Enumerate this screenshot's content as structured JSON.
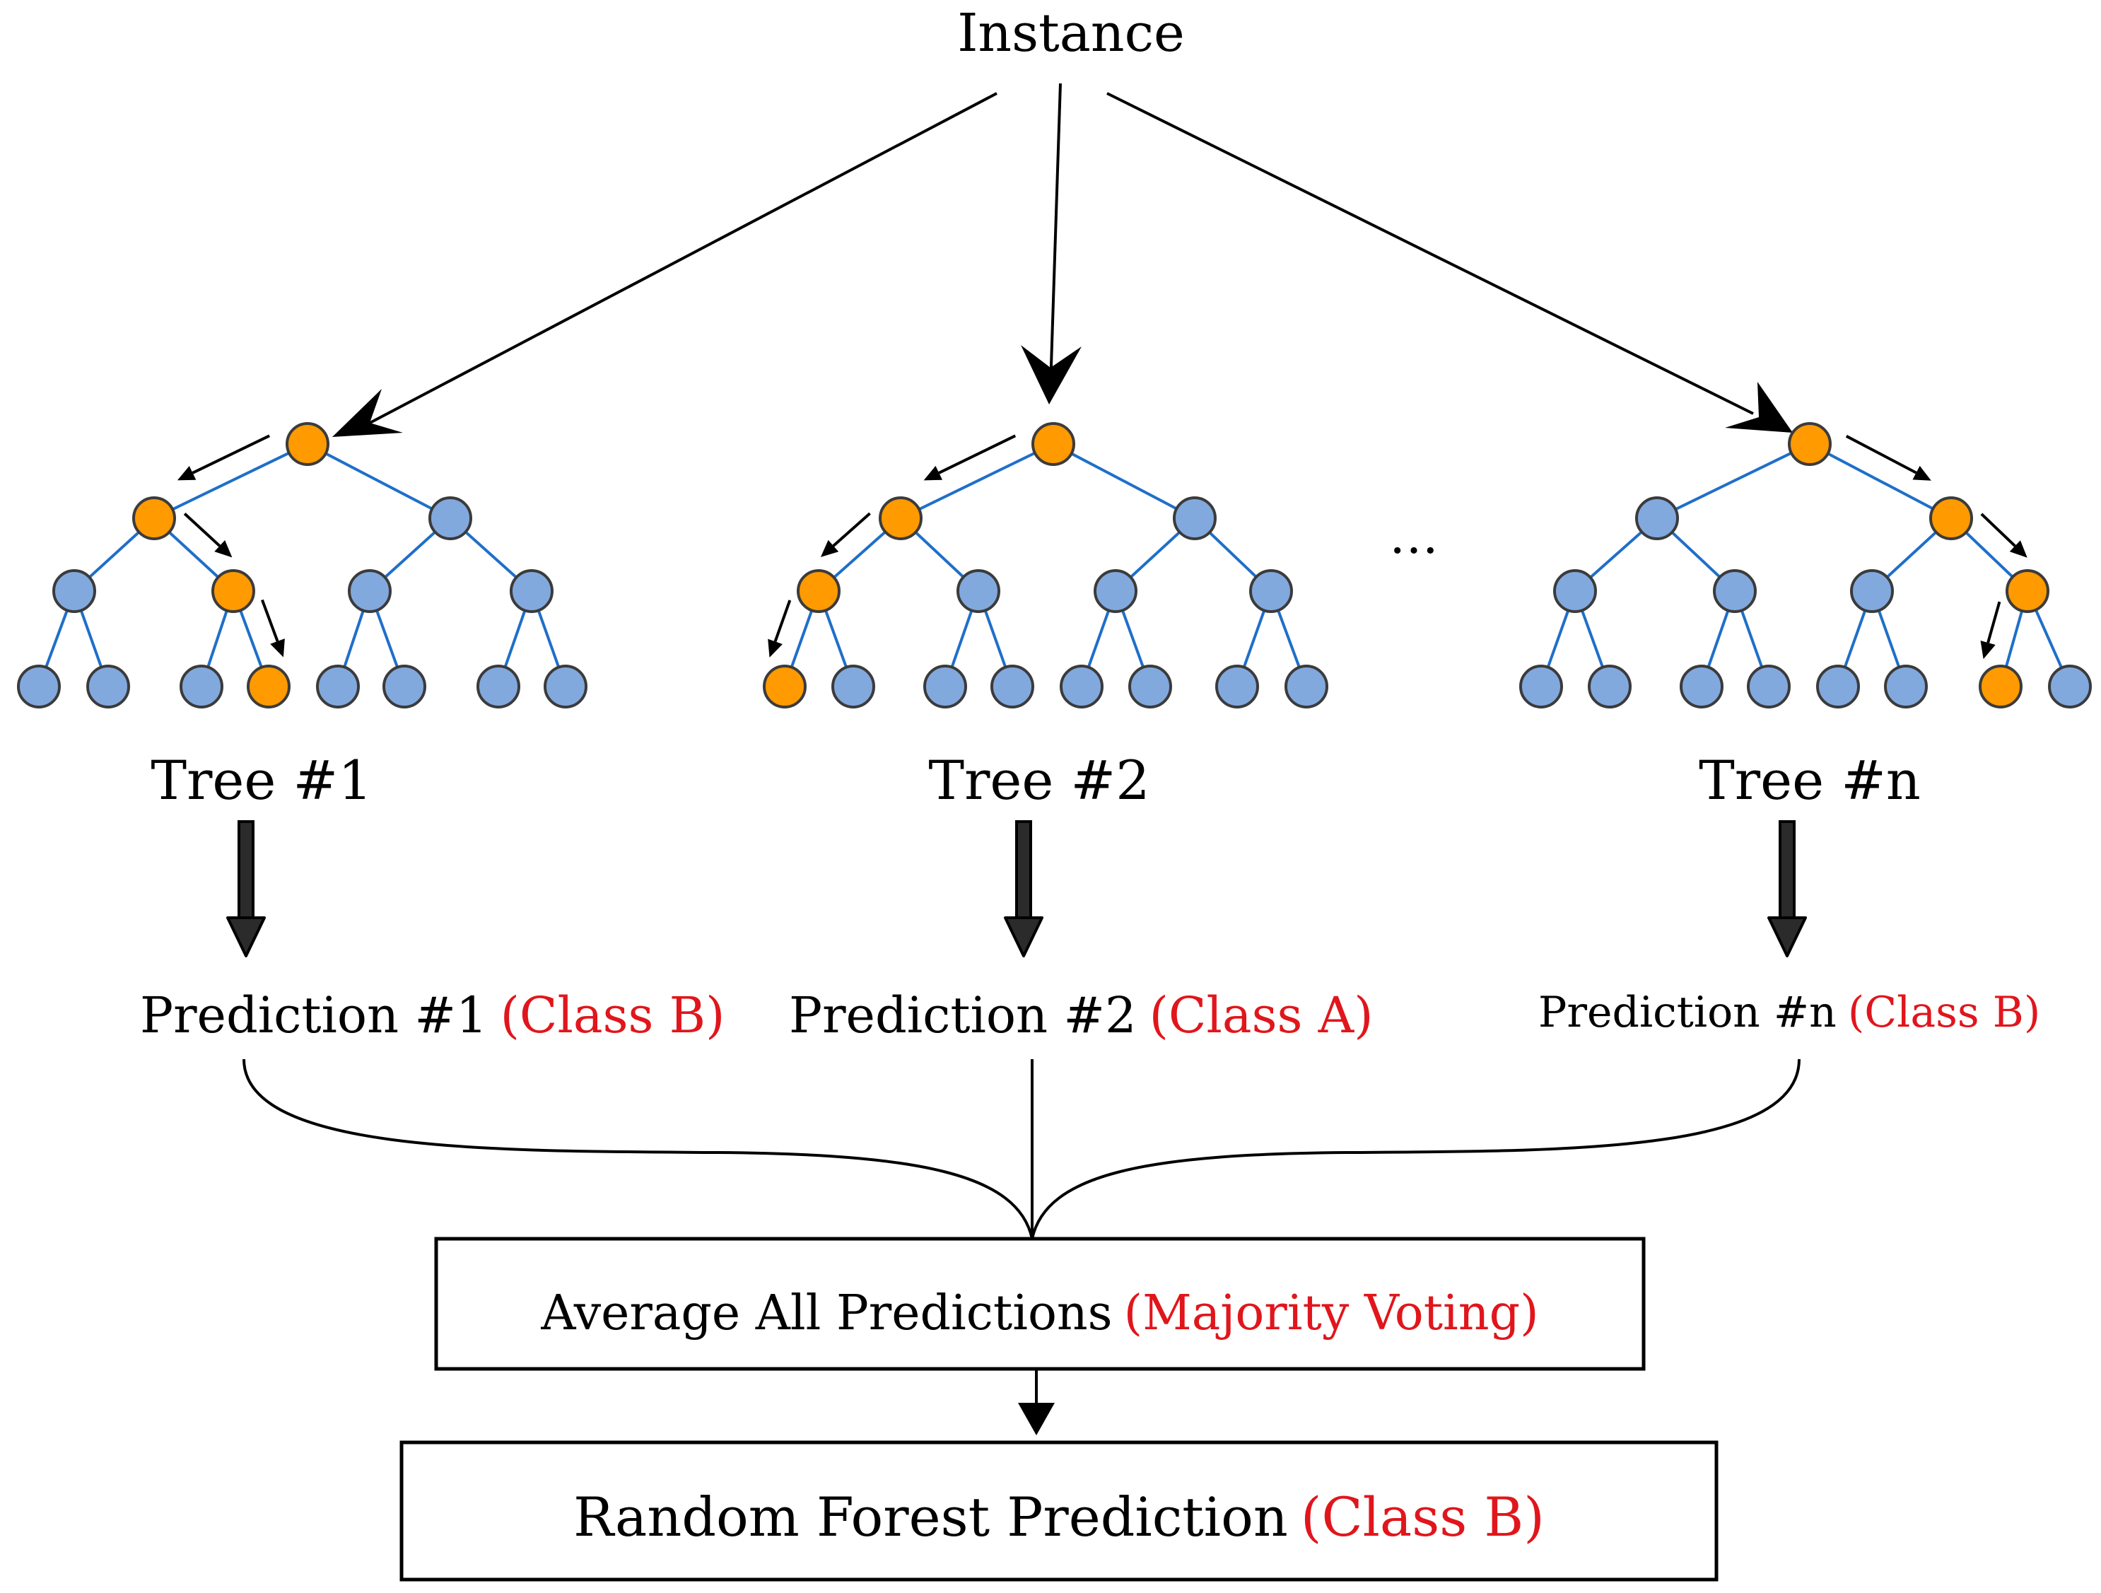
{
  "instance_label": "Instance",
  "ellipsis": "…",
  "colors": {
    "path_node": "#ff9a00",
    "other_node": "#82a9de",
    "node_stroke": "#3b3b3b",
    "edge": "#1f6fc9",
    "arrow": "#000000",
    "class_text": "#e0161c"
  },
  "trees": [
    {
      "label": "Tree #1",
      "prediction": "Prediction #1",
      "class": "(Class B)",
      "path": [
        "left",
        "right",
        "right"
      ]
    },
    {
      "label": "Tree #2",
      "prediction": "Prediction #2",
      "class": "(Class A)",
      "path": [
        "left",
        "left",
        "left"
      ]
    },
    {
      "label": "Tree #n",
      "prediction": "Prediction #n",
      "class": "(Class B)",
      "path": [
        "right",
        "right",
        "left"
      ]
    }
  ],
  "average_box": {
    "label": "Average All Predictions",
    "class": "(Majority Voting)"
  },
  "final_box": {
    "label": "Random Forest Prediction",
    "class": "(Class B)"
  }
}
